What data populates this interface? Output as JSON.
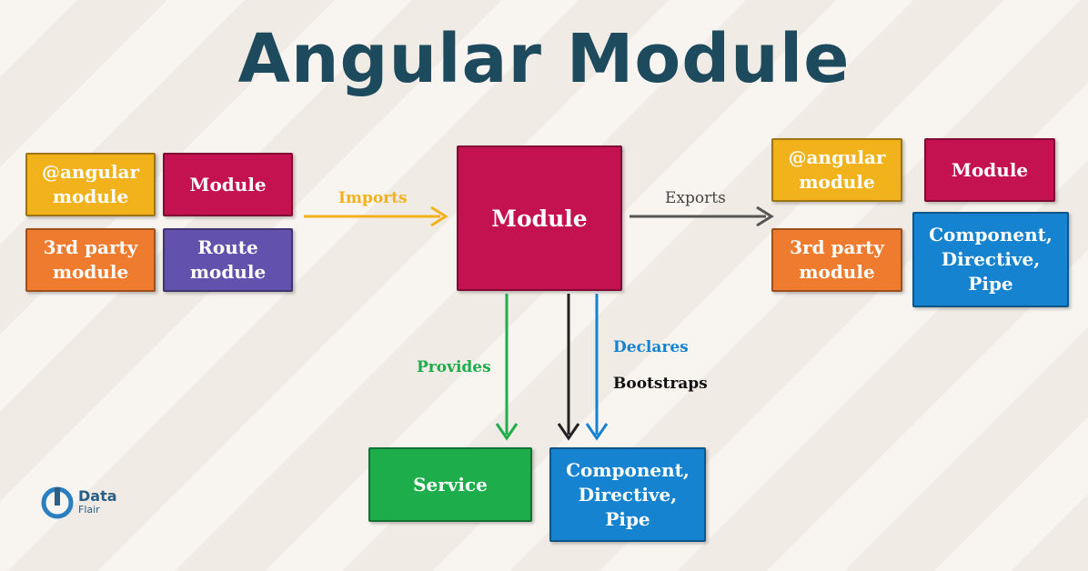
{
  "title": "Angular Module",
  "left_group": {
    "angular_module": "@angular\nmodule",
    "module": "Module",
    "third_party": "3rd party\nmodule",
    "route_module": "Route\nmodule"
  },
  "center": {
    "module": "Module"
  },
  "right_group": {
    "angular_module": "@angular\nmodule",
    "module": "Module",
    "third_party": "3rd party\nmodule",
    "component": "Component,\nDirective,\nPipe"
  },
  "bottom": {
    "service": "Service",
    "component": "Component,\nDirective,\nPipe"
  },
  "edges": {
    "imports": "Imports",
    "exports": "Exports",
    "provides": "Provides",
    "declares": "Declares",
    "bootstraps": "Bootstraps"
  },
  "logo": {
    "line1": "Data",
    "line2": "Flair"
  },
  "colors": {
    "title": "#1e4a5e",
    "yellow": "#f2b21c",
    "crimson": "#c4114f",
    "orange": "#ee7b2e",
    "purple": "#6352ad",
    "blue": "#1583cf",
    "green": "#1dad4b",
    "imports_arrow": "#f2b21c",
    "exports_arrow": "#555555",
    "provides_arrow": "#1dad4b",
    "declares_arrow": "#1583cf",
    "bootstraps_arrow": "#222222"
  }
}
